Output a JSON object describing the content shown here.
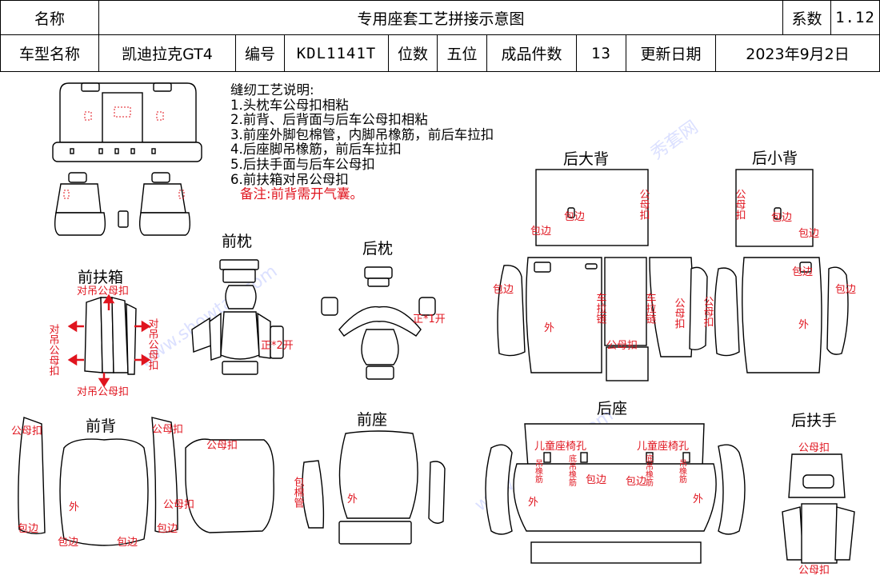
{
  "header": {
    "name_label": "名称",
    "title": "专用座套工艺拼接示意图",
    "coef_label": "系数",
    "coef_value": "1.12",
    "model_label": "车型名称",
    "model_value": "凯迪拉克GT4",
    "code_label": "编号",
    "code_value": "KDL1141T",
    "seats_label": "位数",
    "seats_value": "五位",
    "pieces_label": "成品件数",
    "pieces_value": "13",
    "date_label": "更新日期",
    "date_value": "2023年9月2日"
  },
  "notes": {
    "heading": "缝纫工艺说明:",
    "items": [
      "1.头枕车公母扣相粘",
      "2.前背、后背面与后车公母扣相粘",
      "3.前座外脚包棉管，内脚吊橡筋，前后车拉扣",
      "4.后座脚吊橡筋，前后车拉扣",
      "5.后扶手面与后车公母扣",
      "6.前扶箱对吊公母扣"
    ],
    "remark": "备注:前背需开气囊。"
  },
  "sections": {
    "front_headrest": "前枕",
    "rear_headrest": "后枕",
    "front_armbox": "前扶箱",
    "rear_big_back": "后大背",
    "rear_small_back": "后小背",
    "front_back": "前背",
    "front_seat": "前座",
    "rear_seat": "后座",
    "rear_armrest": "后扶手"
  },
  "labels": {
    "snap": "公母扣",
    "hang_snap": "对吊公母扣",
    "wrap_edge": "包边",
    "outer": "外",
    "zipper": "车拉链",
    "pair2": "正*2开",
    "pair1": "正*1开",
    "cotton_tube": "包棉管",
    "child_hole": "儿童座椅孔",
    "bottom_elastic": "底吊橡筋",
    "hang_elastic": "吊橡筋"
  },
  "watermark": {
    "text1": "www.showtao.com",
    "text2": "秀套网"
  }
}
